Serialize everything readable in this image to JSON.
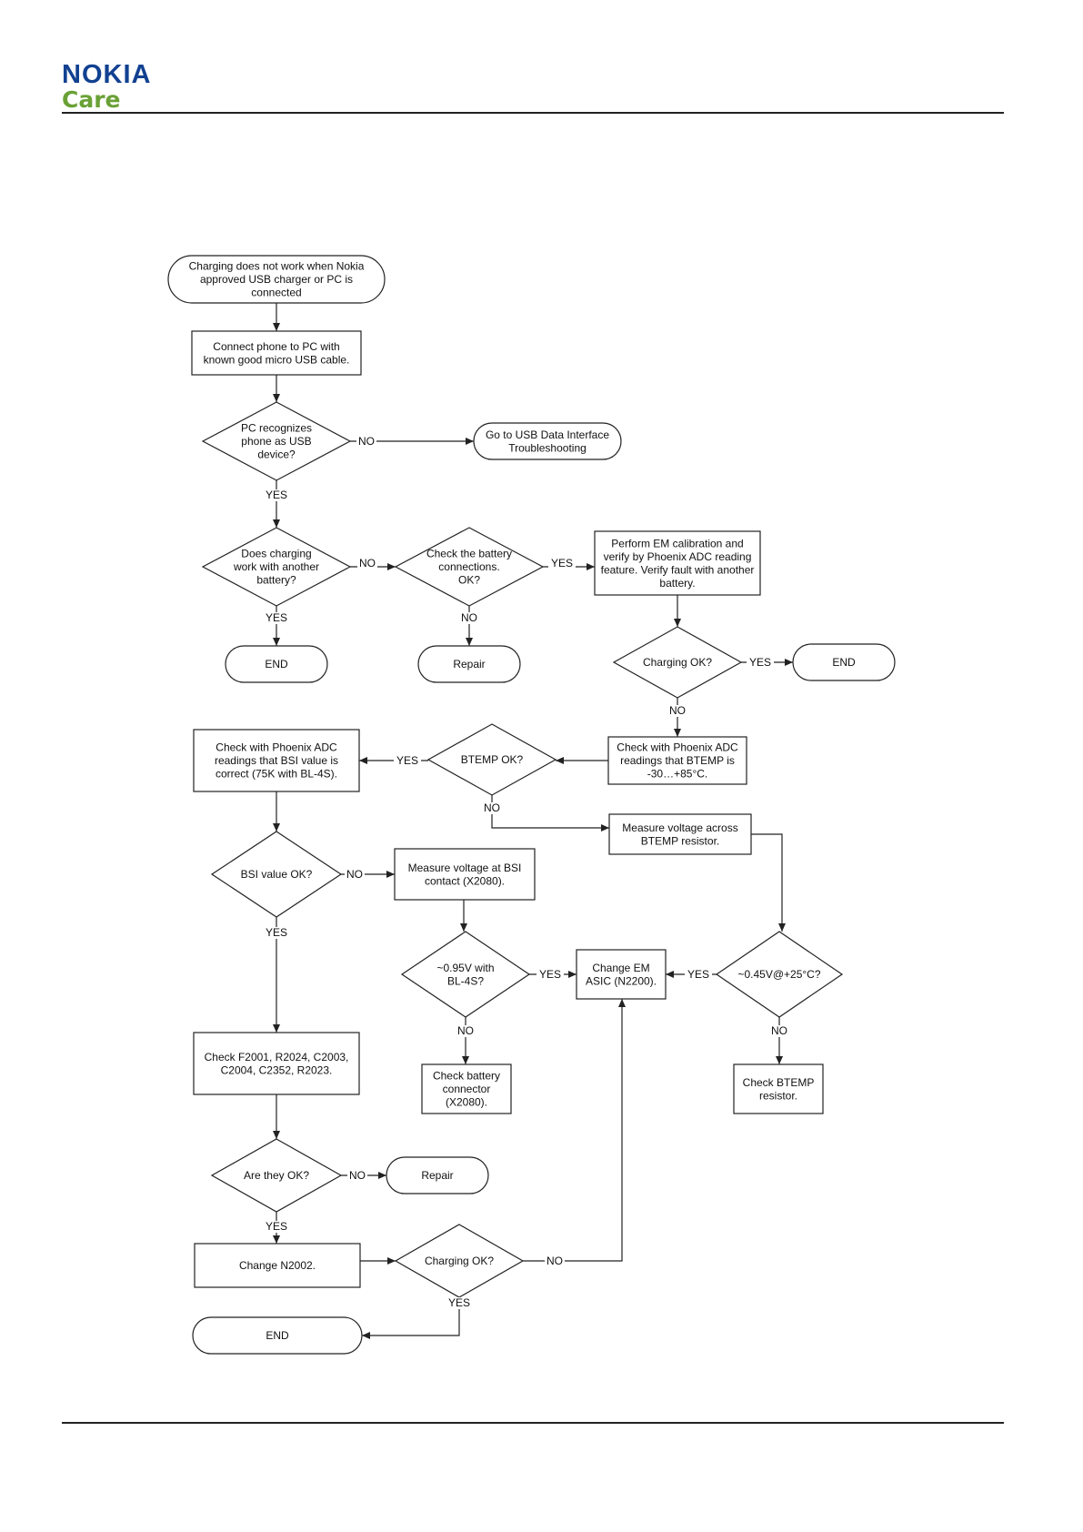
{
  "header": {
    "brand": "NOKIA",
    "sub_brand": "Care",
    "brand_color": "#124191",
    "care_color": "#6aa136"
  },
  "nodes": {
    "start": [
      "Charging does not work when Nokia",
      "approved USB charger or PC is",
      "connected"
    ],
    "connect_pc": [
      "Connect phone to PC with",
      "known good micro USB cable."
    ],
    "pc_recognizes": [
      "PC recognizes",
      "phone as USB",
      "device?"
    ],
    "usb_troubleshoot": [
      "Go to USB Data Interface",
      "Troubleshooting"
    ],
    "another_battery": [
      "Does charging",
      "work with another",
      "battery?"
    ],
    "battery_connections": [
      "Check the battery",
      "connections.",
      "OK?"
    ],
    "em_calibration": [
      "Perform EM calibration and",
      "verify by Phoenix  ADC reading",
      "feature. Verify fault with another",
      "battery."
    ],
    "end1": [
      "END"
    ],
    "repair1": [
      "Repair"
    ],
    "charging_ok1": [
      "Charging OK?"
    ],
    "end2": [
      "END"
    ],
    "check_bsi": [
      "Check with Phoenix ADC",
      "readings that BSI value is",
      "correct (75K with BL-4S)."
    ],
    "btemp_ok": [
      "BTEMP OK?"
    ],
    "check_btemp": [
      "Check with Phoenix ADC",
      "readings that BTEMP is",
      "-30…+85°C."
    ],
    "measure_btemp": [
      "Measure voltage across",
      "BTEMP resistor."
    ],
    "bsi_ok": [
      "BSI value OK?"
    ],
    "measure_bsi": [
      "Measure voltage at BSI",
      "contact (X2080)."
    ],
    "v095": [
      "~0.95V with",
      "BL-4S?"
    ],
    "change_em": [
      "Change EM",
      "ASIC (N2200)."
    ],
    "v045": [
      "~0.45V@+25°C?"
    ],
    "check_f2001": [
      "Check F2001, R2024, C2003,",
      "C2004, C2352, R2023."
    ],
    "check_battery_connector": [
      "Check battery",
      "connector",
      "(X2080)."
    ],
    "check_btemp_resistor": [
      "Check BTEMP",
      "resistor."
    ],
    "are_they_ok": [
      "Are they OK?"
    ],
    "repair2": [
      "Repair"
    ],
    "change_n2002": [
      "Change N2002."
    ],
    "charging_ok2": [
      "Charging OK?"
    ],
    "end3": [
      "END"
    ]
  },
  "edge_labels": {
    "pc_no": "NO",
    "pc_yes": "YES",
    "another_no": "NO",
    "another_yes": "YES",
    "batt_yes": "YES",
    "batt_no": "NO",
    "chg1_yes": "YES",
    "chg1_no": "NO",
    "btemp_yes": "YES",
    "btemp_no": "NO",
    "bsi_no": "NO",
    "bsi_yes": "YES",
    "v095_yes": "YES",
    "v095_no": "NO",
    "v045_yes": "YES",
    "v045_no": "NO",
    "ok_no": "NO",
    "ok_yes": "YES",
    "chg2_no": "NO",
    "chg2_yes": "YES"
  }
}
